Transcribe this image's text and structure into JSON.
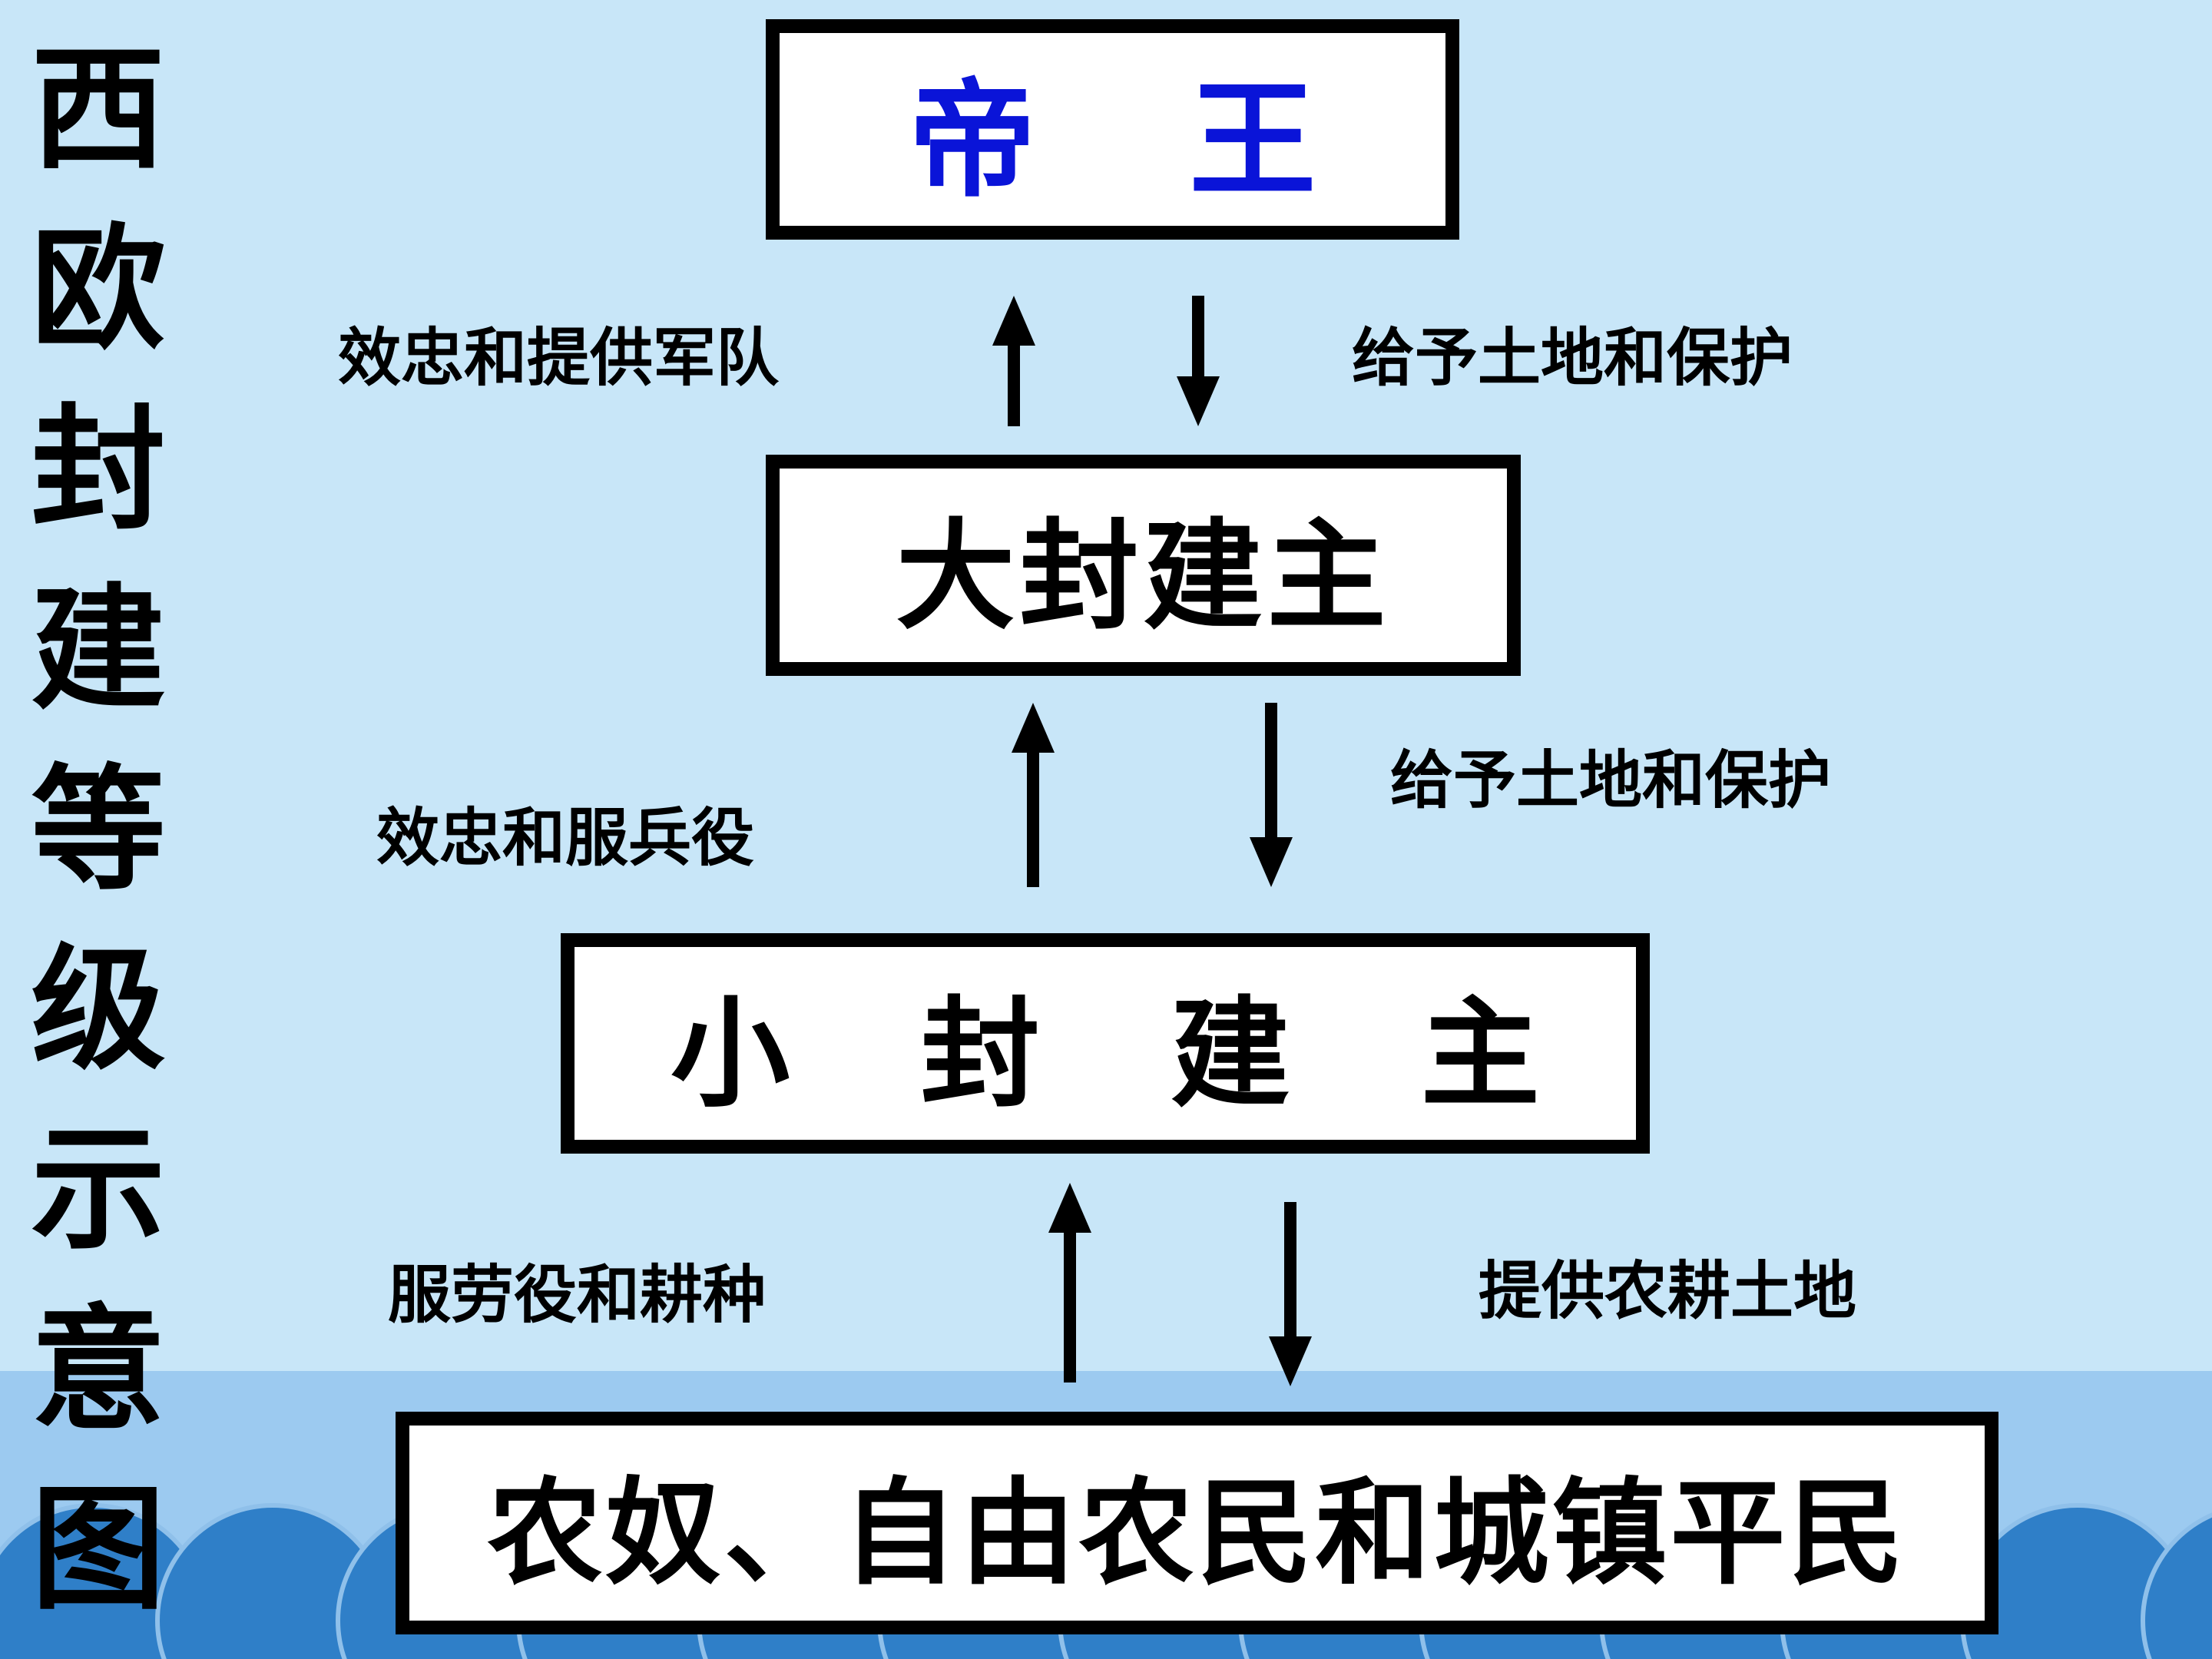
{
  "title_chars": [
    "西",
    "欧",
    "封",
    "建",
    "等",
    "级",
    "示",
    "意",
    "图"
  ],
  "levels": {
    "emperor": [
      "帝",
      "王"
    ],
    "great_lords": "大封建主",
    "small_lords": [
      "小",
      "封",
      "建",
      "主"
    ],
    "commoners": "农奴、自由农民和城镇平民"
  },
  "relations": {
    "great_to_emperor": "效忠和提供军队",
    "emperor_to_great": "给予土地和保护",
    "small_to_great": "效忠和服兵役",
    "great_to_small": "给予土地和保护",
    "commoners_to_small": "服劳役和耕种",
    "small_to_commoners": "提供农耕土地"
  },
  "colors": {
    "background": "#c8e6f8",
    "wave": "#2f7fc8",
    "wave_band": "#9ccaf0",
    "emperor_text": "#0a14d8",
    "box_border": "#000000"
  }
}
